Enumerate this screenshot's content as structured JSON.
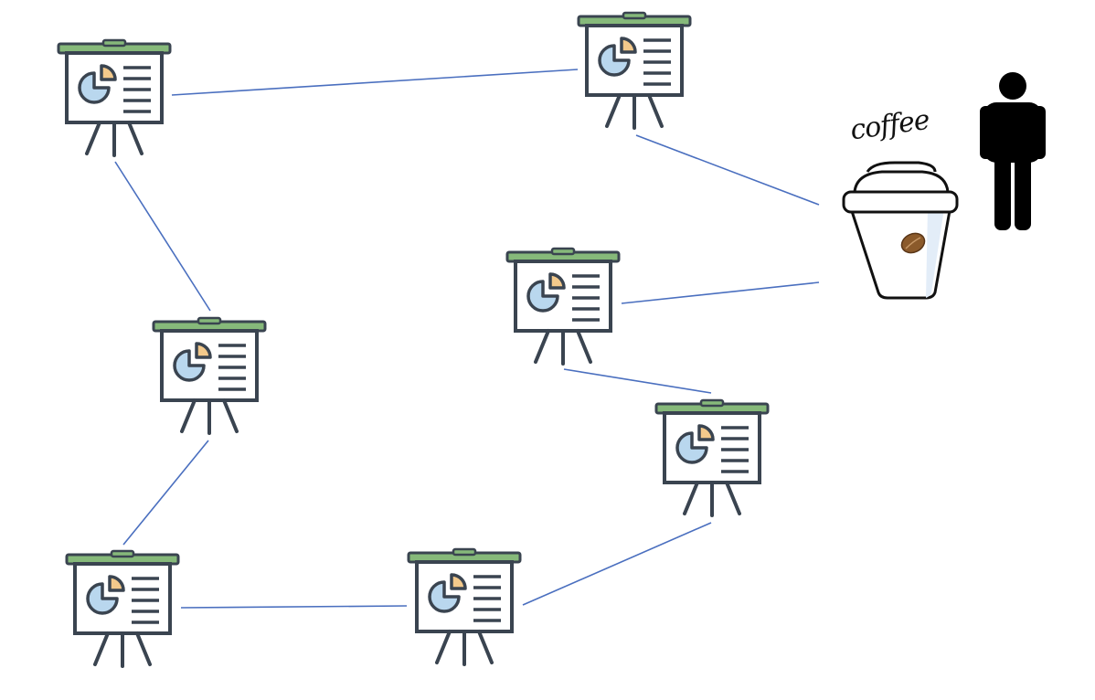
{
  "diagram": {
    "node_icon": "presentation-easel-icon",
    "nodes": [
      {
        "id": "easel-1"
      },
      {
        "id": "easel-2"
      },
      {
        "id": "easel-3"
      },
      {
        "id": "easel-4"
      },
      {
        "id": "easel-5"
      },
      {
        "id": "easel-6"
      },
      {
        "id": "easel-7"
      },
      {
        "id": "easel-8"
      }
    ],
    "edges": [
      [
        "easel-1",
        "easel-2"
      ],
      [
        "easel-1",
        "easel-3"
      ],
      [
        "easel-3",
        "easel-5"
      ],
      [
        "easel-5",
        "easel-6"
      ],
      [
        "easel-6",
        "easel-7"
      ],
      [
        "easel-7",
        "easel-8"
      ],
      [
        "easel-8",
        "easel-4"
      ],
      [
        "easel-4",
        "coffee-cup"
      ],
      [
        "easel-2",
        "coffee-cup"
      ]
    ],
    "endpoint": {
      "coffee_label": "coffee",
      "cup_icon": "coffee-cup-icon",
      "person_icon": "person-icon"
    },
    "colors": {
      "edge": "#4a6fbf",
      "easel_top": "#86b97a",
      "board_outline": "#3a4450",
      "pie_blue": "#b9d7ee",
      "pie_orange": "#f3c98b",
      "bean": "#8b5a2b"
    }
  }
}
